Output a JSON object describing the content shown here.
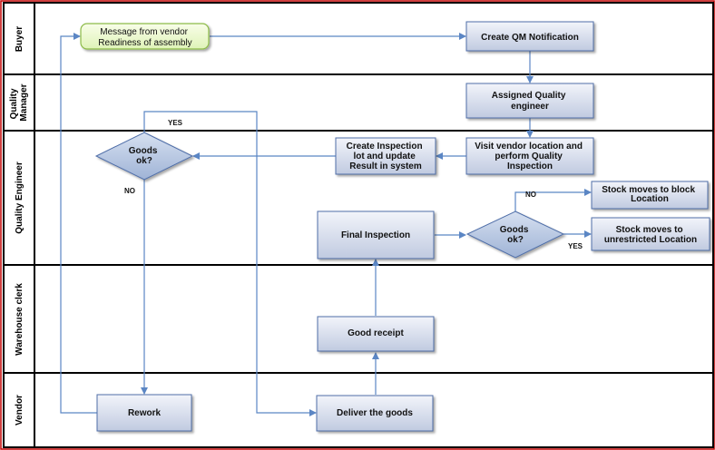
{
  "lanes": [
    {
      "label": "Buyer"
    },
    {
      "label": "Quality Manager"
    },
    {
      "label": "Quality Engineer"
    },
    {
      "label": "Warehouse clerk"
    },
    {
      "label": "Vendor"
    }
  ],
  "nodes": {
    "message": [
      "Message from vendor",
      "Readiness of assembly"
    ],
    "create_qm": [
      "Create QM Notification"
    ],
    "assigned_qe": [
      "Assigned Quality",
      "engineer"
    ],
    "visit_vendor": [
      "Visit vendor location and",
      "perform Quality",
      "Inspection"
    ],
    "create_lot": [
      "Create Inspection",
      "lot and update",
      "Result in system"
    ],
    "goods_ok_1": [
      "Goods",
      "ok?"
    ],
    "final_inspection": [
      "Final Inspection"
    ],
    "goods_ok_2": [
      "Goods",
      "ok?"
    ],
    "stock_block": [
      "Stock moves to block",
      "Location"
    ],
    "stock_unrestricted": [
      "Stock moves to",
      "unrestricted Location"
    ],
    "good_receipt": [
      "Good receipt"
    ],
    "rework": [
      "Rework"
    ],
    "deliver": [
      "Deliver the goods"
    ]
  },
  "edge_labels": {
    "yes_1": "YES",
    "no_1": "NO",
    "no_2": "NO",
    "yes_2": "YES"
  },
  "colors": {
    "lane_border": "#000000",
    "frame_border": "#c00000",
    "box_fill_top": "#eef1f8",
    "box_fill_bottom": "#c3cde3",
    "box_stroke": "#4f6ea8",
    "diamond_fill": "#b4c4de",
    "message_fill": "#e8f8c8",
    "message_stroke": "#8dbb4a",
    "arrow": "#5b86c4"
  }
}
